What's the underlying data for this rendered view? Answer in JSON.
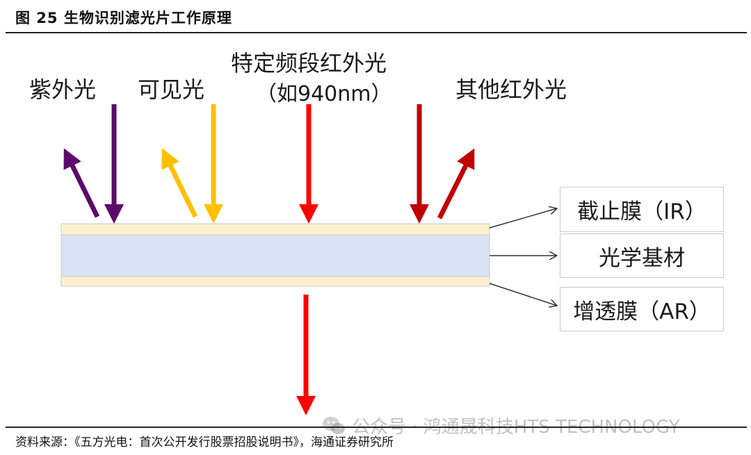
{
  "figure": {
    "title": "图 25  生物识别滤光片工作原理"
  },
  "incoming_light": {
    "uv": "紫外光",
    "visible": "可见光",
    "ir_specific_line1": "特定频段红外光",
    "ir_specific_line2": "（如940nm）",
    "ir_other": "其他红外光"
  },
  "layers": {
    "ir_cut": "截止膜（IR）",
    "substrate": "光学基材",
    "ar": "增透膜（AR）"
  },
  "colors": {
    "uv_arrow": "#5b0a6b",
    "visible_arrow": "#ffc000",
    "ir_specific_arrow": "#ff0000",
    "ir_other_arrow": "#c00000",
    "coating_layer": "#fdf0cf",
    "substrate_layer": "#dae3f3"
  },
  "footer": {
    "source": "资料来源：《五方光电：首次公开发行股票招股说明书》，海通证券研究所",
    "watermark": "公众号 · 鸿通晟科技HTS TECHNOLOGY"
  }
}
